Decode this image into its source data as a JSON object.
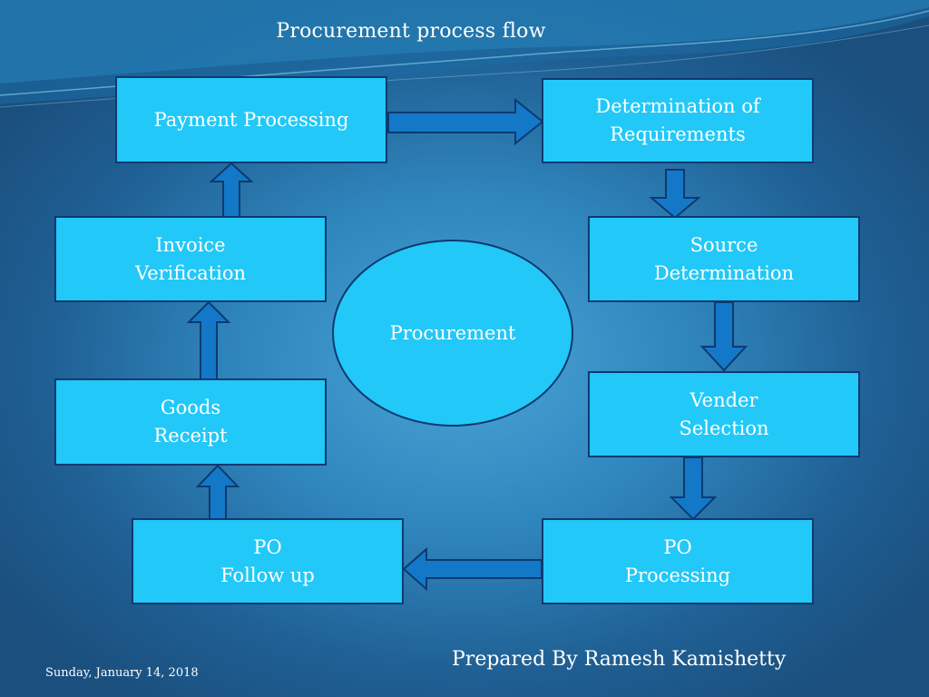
{
  "slide": {
    "title": "Procurement process flow",
    "footer_date": "Sunday, January 14, 2018",
    "footer_author": "Prepared By Ramesh Kamishetty"
  },
  "diagram": {
    "center": "Procurement",
    "steps": [
      {
        "id": "determination",
        "label": "Determination of\nRequirements"
      },
      {
        "id": "source",
        "label": "Source\nDetermination"
      },
      {
        "id": "vender",
        "label": "Vender\nSelection"
      },
      {
        "id": "po-processing",
        "label": "PO\nProcessing"
      },
      {
        "id": "po-followup",
        "label": "PO\nFollow up"
      },
      {
        "id": "goods-receipt",
        "label": "Goods\nReceipt"
      },
      {
        "id": "invoice",
        "label": "Invoice\nVerification"
      },
      {
        "id": "payment",
        "label": "Payment Processing"
      }
    ],
    "connections": [
      [
        "payment",
        "determination"
      ],
      [
        "determination",
        "source"
      ],
      [
        "source",
        "vender"
      ],
      [
        "vender",
        "po-processing"
      ],
      [
        "po-processing",
        "po-followup"
      ],
      [
        "po-followup",
        "goods-receipt"
      ],
      [
        "goods-receipt",
        "invoice"
      ],
      [
        "invoice",
        "payment"
      ]
    ]
  },
  "colors": {
    "box_fill": "#22c8f7",
    "box_border": "#0d3a70",
    "arrow_fill": "#1478c8",
    "text": "#ffffff"
  }
}
